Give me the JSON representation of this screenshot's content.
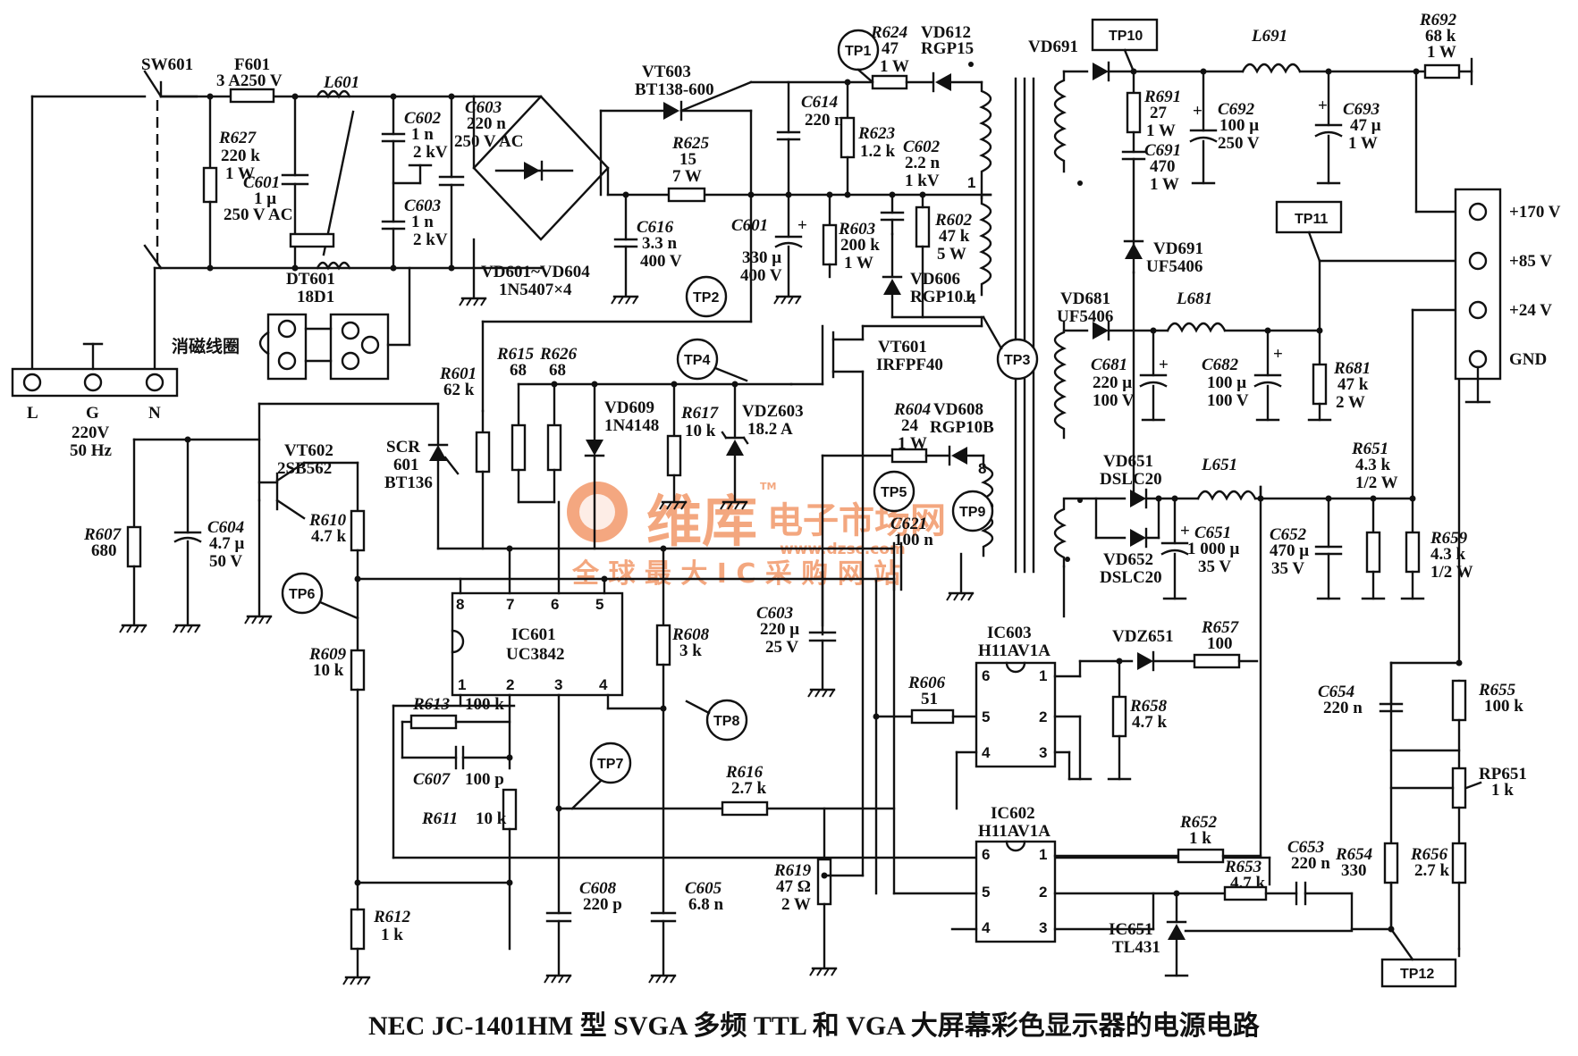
{
  "caption": "NEC JC-1401HM 型 SVGA 多频 TTL 和 VGA 大屏幕彩色显示器的电源电路",
  "watermark": {
    "brand": "维库",
    "site": "电子市场网",
    "url": "www.dzsc.com",
    "slogan": "全 球 最 大 I C 采 购 网 站",
    "tm": "TM",
    "color": "#f08a55"
  },
  "mains": {
    "terminals": [
      "L",
      "G",
      "N"
    ],
    "rating_v": "220V",
    "rating_hz": "50 Hz",
    "degauss_label": "消磁线圈"
  },
  "outputs": [
    "+170 V",
    "+85 V",
    "+24 V",
    "GND"
  ],
  "test_points": [
    "TP1",
    "TP2",
    "TP3",
    "TP4",
    "TP5",
    "TP6",
    "TP7",
    "TP8",
    "TP9",
    "TP10",
    "TP11",
    "TP12"
  ],
  "ics": {
    "ic601": {
      "ref": "IC601",
      "part": "UC3842",
      "pins_top": [
        "8",
        "7",
        "6",
        "5"
      ],
      "pins_bottom": [
        "1",
        "2",
        "3",
        "4"
      ]
    },
    "ic603": {
      "ref": "IC603",
      "part": "H11AV1A",
      "pins_left": [
        "6",
        "5",
        "4"
      ],
      "pins_right": [
        "1",
        "2",
        "3"
      ]
    },
    "ic602": {
      "ref": "IC602",
      "part": "H11AV1A",
      "pins_left": [
        "6",
        "5",
        "4"
      ],
      "pins_right": [
        "1",
        "2",
        "3"
      ]
    },
    "ic651": {
      "ref": "IC651",
      "part": "TL431"
    }
  },
  "components": {
    "sw601": "SW601",
    "f601": [
      "F601",
      "3 A250 V"
    ],
    "l601": "L601",
    "r627": [
      "R627",
      "220 k",
      "1 W"
    ],
    "c601a": [
      "C601",
      "1 μ",
      "250 V AC"
    ],
    "c602a": [
      "C602",
      "1 n",
      "2 kV"
    ],
    "c603a": [
      "C603",
      "1 n",
      "2 kV"
    ],
    "c603b": [
      "C603",
      "220 n",
      "250 V AC"
    ],
    "dt601": [
      "DT601",
      "18D1"
    ],
    "bridge": [
      "VD601~VD604",
      "1N5407×4"
    ],
    "vt603": [
      "VT603",
      "BT138-600"
    ],
    "r625": [
      "R625",
      "15",
      "7 W"
    ],
    "c616": [
      "C616",
      "3.3 n",
      "400 V"
    ],
    "c601b": [
      "C601",
      "330 μ",
      "400 V"
    ],
    "c614": [
      "C614",
      "220 n"
    ],
    "r624": [
      "R624",
      "47",
      "1 W"
    ],
    "vd612": [
      "VD612",
      "RGP15"
    ],
    "r623": [
      "R623",
      "1.2 k"
    ],
    "c602b": [
      "C602",
      "2.2 n",
      "1 kV"
    ],
    "r603": [
      "R603",
      "200 k",
      "1 W"
    ],
    "r602": [
      "R602",
      "47 k",
      "5 W"
    ],
    "vd606": [
      "VD606",
      "RGP10J"
    ],
    "vt601": [
      "VT601",
      "IRFPF40"
    ],
    "r604": [
      "R604",
      "24",
      "1 W"
    ],
    "vd608": [
      "VD608",
      "RGP10B"
    ],
    "c621": [
      "C621",
      "100 n"
    ],
    "r601": [
      "R601",
      "62 k"
    ],
    "r615": [
      "R615",
      "68"
    ],
    "r626": [
      "R626",
      "68"
    ],
    "vd609": [
      "VD609",
      "1N4148"
    ],
    "r617": [
      "R617",
      "10 k"
    ],
    "vdz603": [
      "VDZ603",
      "18.2 A"
    ],
    "scr601": [
      "SCR",
      "601",
      "BT136"
    ],
    "vt602": [
      "VT602",
      "2SB562"
    ],
    "r607": [
      "R607",
      "680"
    ],
    "c604": [
      "C604",
      "4.7 μ",
      "50 V"
    ],
    "r610": [
      "R610",
      "4.7 k"
    ],
    "r609": [
      "R609",
      "10 k"
    ],
    "r613": [
      "R613",
      "100 k"
    ],
    "c607": [
      "C607",
      "100 p"
    ],
    "r611": [
      "R611",
      "10 k"
    ],
    "r612": [
      "R612",
      "1 k"
    ],
    "r608": [
      "R608",
      "3 k"
    ],
    "c603c": [
      "C603",
      "220 μ",
      "25 V"
    ],
    "r616": [
      "R616",
      "2.7 k"
    ],
    "c608": [
      "C608",
      "220 p"
    ],
    "c605": [
      "C605",
      "6.8 n"
    ],
    "r619": [
      "R619",
      "47 Ω",
      "2 W"
    ],
    "r606": [
      "R606",
      "51"
    ],
    "vd691a": "VD691",
    "r691": [
      "R691",
      "27",
      "1 W"
    ],
    "c691": [
      "C691",
      "470",
      "1 W"
    ],
    "vd691b": [
      "VD691",
      "UF5406"
    ],
    "l691": "L691",
    "c692": [
      "C692",
      "100 μ",
      "250 V"
    ],
    "c693": [
      "C693",
      "47 μ",
      "1 W"
    ],
    "r692": [
      "R692",
      "68 k",
      "1 W"
    ],
    "vd681": [
      "VD681",
      "UF5406"
    ],
    "l681": "L681",
    "c681": [
      "C681",
      "220 μ",
      "100 V"
    ],
    "c682": [
      "C682",
      "100 μ",
      "100 V"
    ],
    "r681": [
      "R681",
      "47 k",
      "2 W"
    ],
    "vd651": [
      "VD651",
      "DSLC20"
    ],
    "vd652": [
      "VD652",
      "DSLC20"
    ],
    "l651": "L651",
    "c651": [
      "C651",
      "1 000 μ",
      "35 V"
    ],
    "c652": [
      "C652",
      "470 μ",
      "35 V"
    ],
    "r651": [
      "R651",
      "4.3 k",
      "1/2 W"
    ],
    "r659": [
      "R659",
      "4.3 k",
      "1/2 W"
    ],
    "vdz651": "VDZ651",
    "r657": [
      "R657",
      "100"
    ],
    "r658": [
      "R658",
      "4.7 k"
    ],
    "c654": [
      "C654",
      "220 n"
    ],
    "r655": [
      "R655",
      "100 k"
    ],
    "rp651": [
      "RP651",
      "1 k"
    ],
    "r652": [
      "R652",
      "1 k"
    ],
    "r653": [
      "R653",
      "4.7 k"
    ],
    "c653": [
      "C653",
      "220 n"
    ],
    "r654": [
      "R654",
      "330"
    ],
    "r656": [
      "R656",
      "2.7 k"
    ]
  }
}
